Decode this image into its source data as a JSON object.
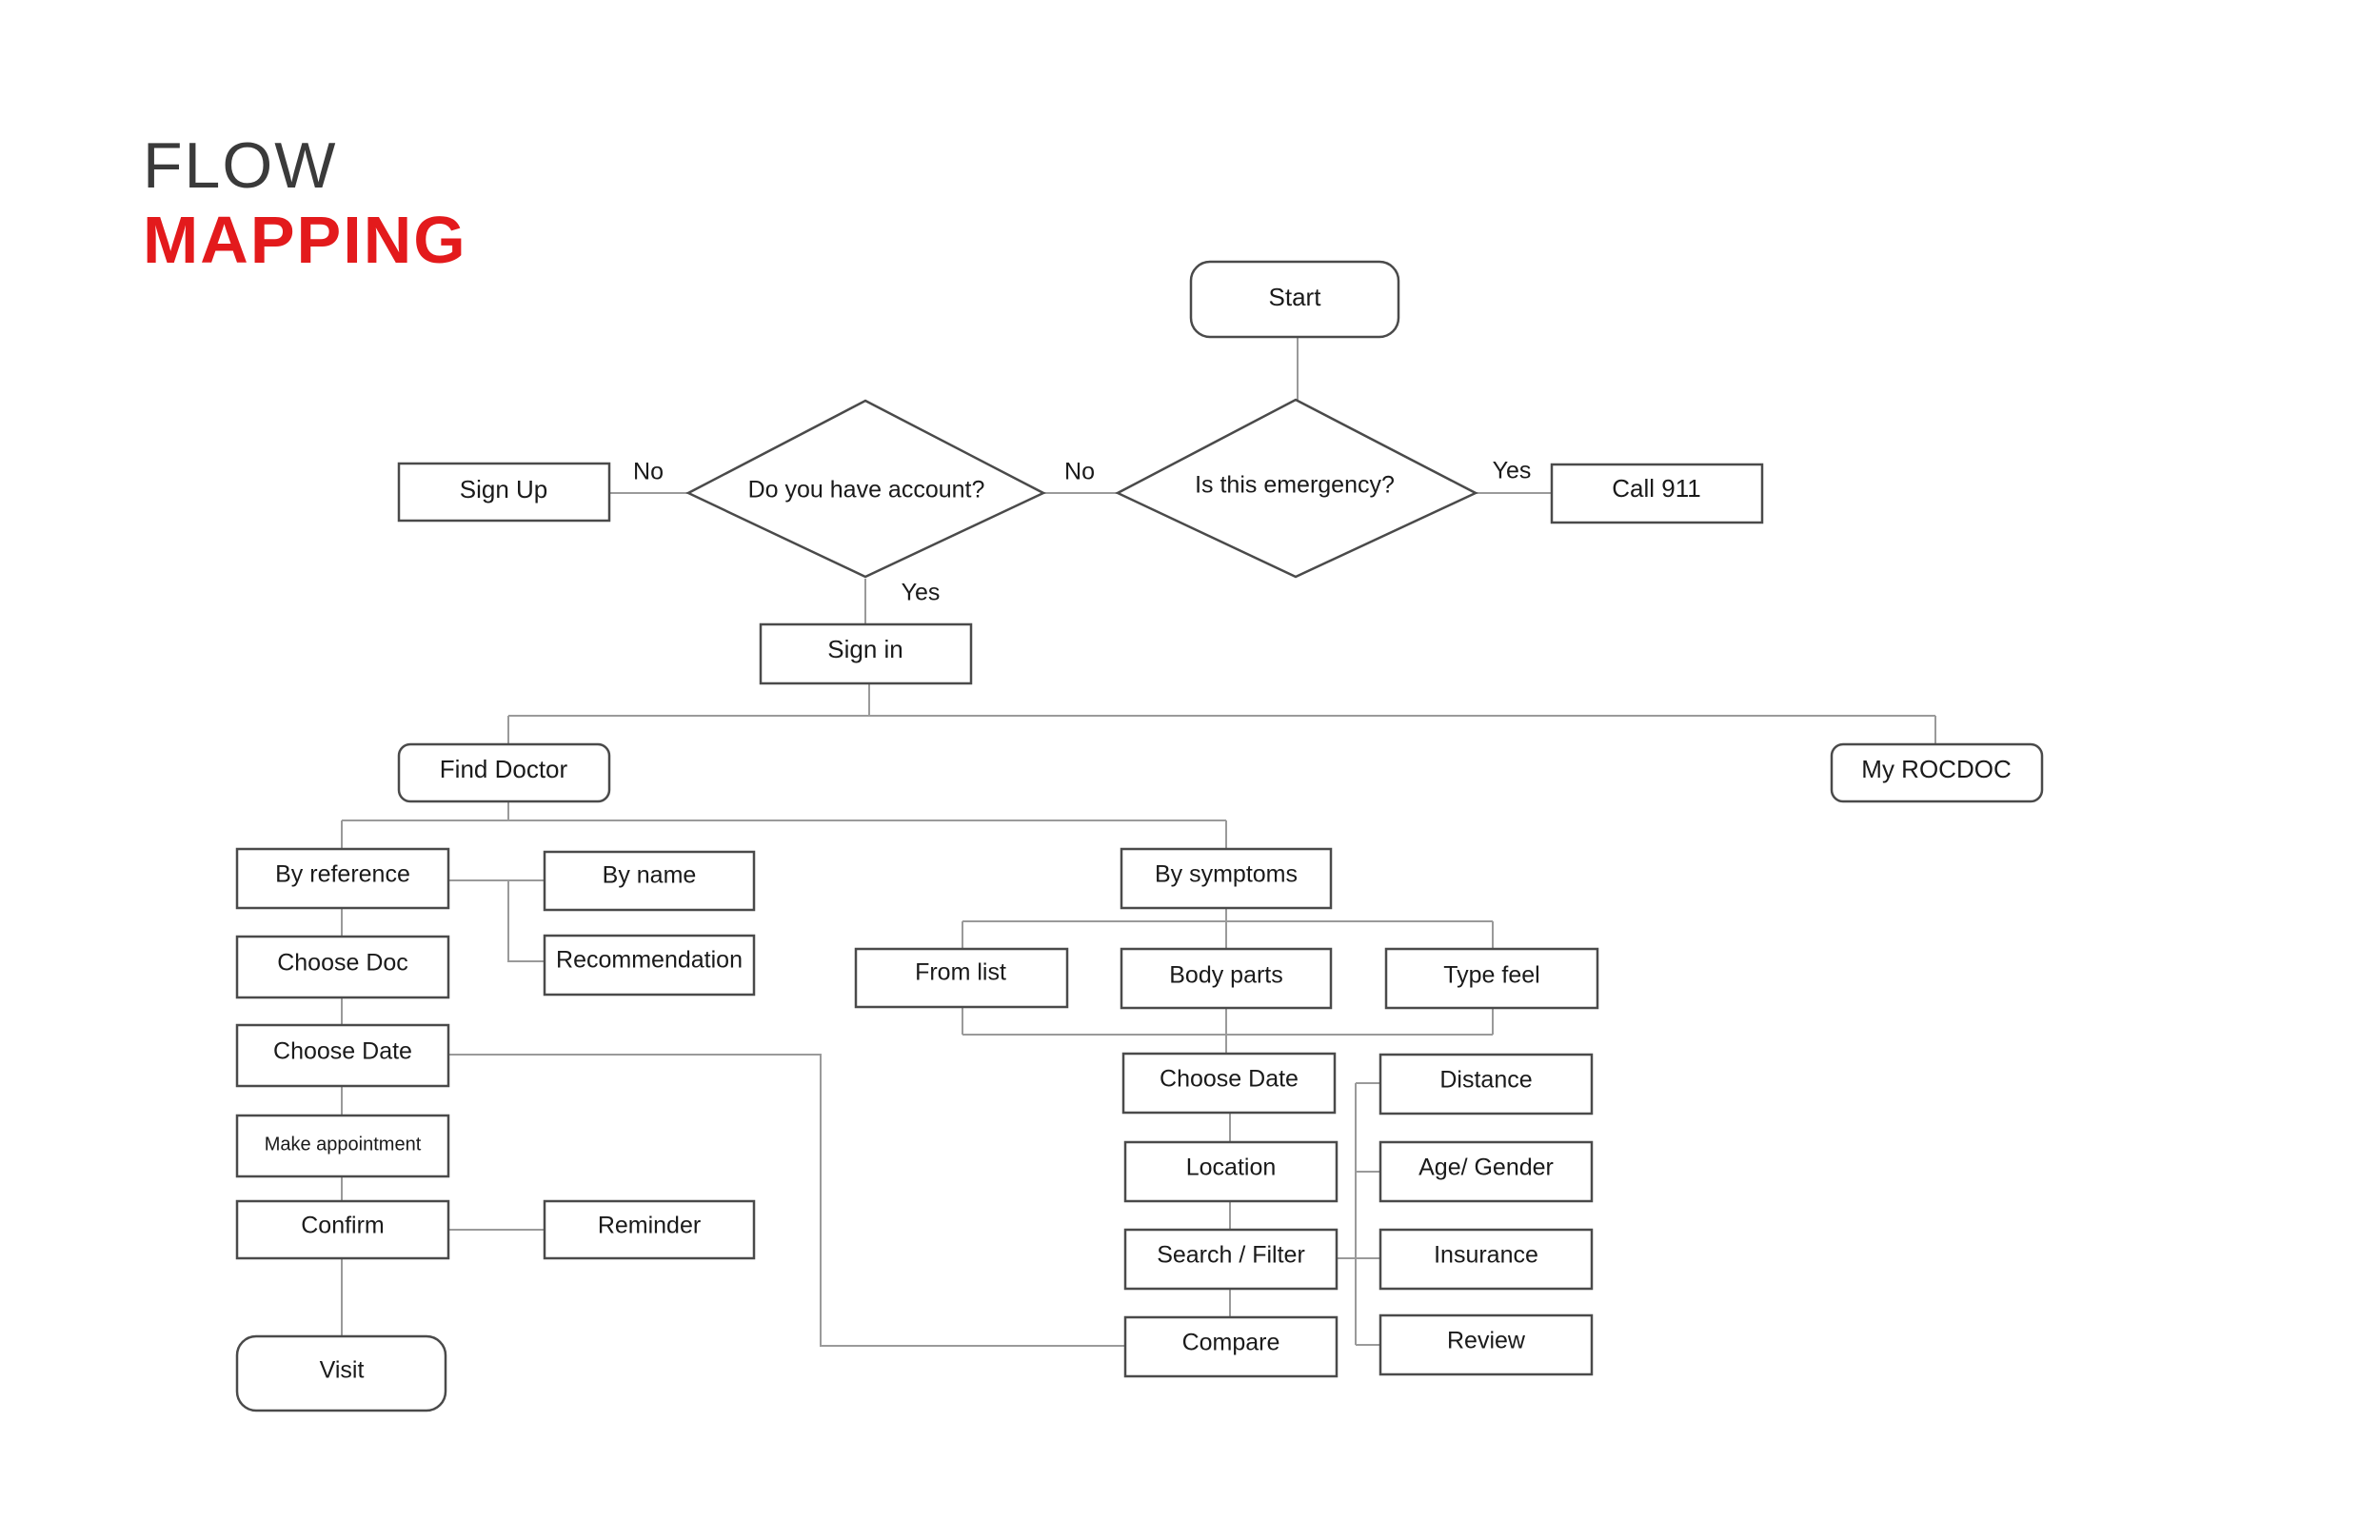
{
  "header": {
    "line1": "FLOW",
    "line2": "MAPPING"
  },
  "colors": {
    "accent": "#e31a1c",
    "stroke": "#4a4a4a",
    "connector": "#9a9a9a",
    "text": "#1a1a1a"
  },
  "nodes": {
    "start": "Start",
    "emergency": "Is this emergency?",
    "call911": "Call 911",
    "account": "Do you have account?",
    "signup": "Sign Up",
    "signin": "Sign in",
    "find_doctor": "Find Doctor",
    "my_rocdoc": "My ROCDOC",
    "by_reference": "By reference",
    "by_name": "By name",
    "recommendation": "Recommendation",
    "choose_doc": "Choose Doc",
    "choose_date_left": "Choose Date",
    "make_appointment": "Make appointment",
    "confirm": "Confirm",
    "reminder": "Reminder",
    "visit": "Visit",
    "by_symptoms": "By symptoms",
    "from_list": "From list",
    "body_parts": "Body parts",
    "type_feel": "Type feel",
    "choose_date_right": "Choose Date",
    "location": "Location",
    "search_filter": "Search / Filter",
    "compare": "Compare",
    "distance": "Distance",
    "age_gender": "Age/ Gender",
    "insurance": "Insurance",
    "review": "Review"
  },
  "edge_labels": {
    "emergency_yes": "Yes",
    "emergency_no": "No",
    "account_no": "No",
    "account_yes": "Yes"
  }
}
